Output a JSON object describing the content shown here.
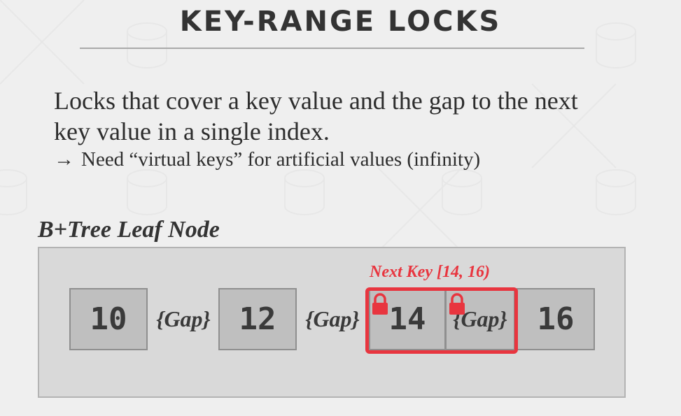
{
  "slide": {
    "title": "KEY-RANGE LOCKS",
    "bullet": "Locks that cover a key value and the gap to the next key value in a single index.",
    "sub_bullet_arrow": "→",
    "sub_bullet": "Need “virtual keys” for artificial values (infinity)"
  },
  "diagram": {
    "label": "B+Tree Leaf Node",
    "keys": [
      "10",
      "12",
      "14",
      "16"
    ],
    "gap_label": "{Gap}",
    "next_key_label": "Next Key [14, 16)",
    "highlight_color": "#e8353f",
    "icons": [
      "lock-icon",
      "lock-icon"
    ]
  }
}
